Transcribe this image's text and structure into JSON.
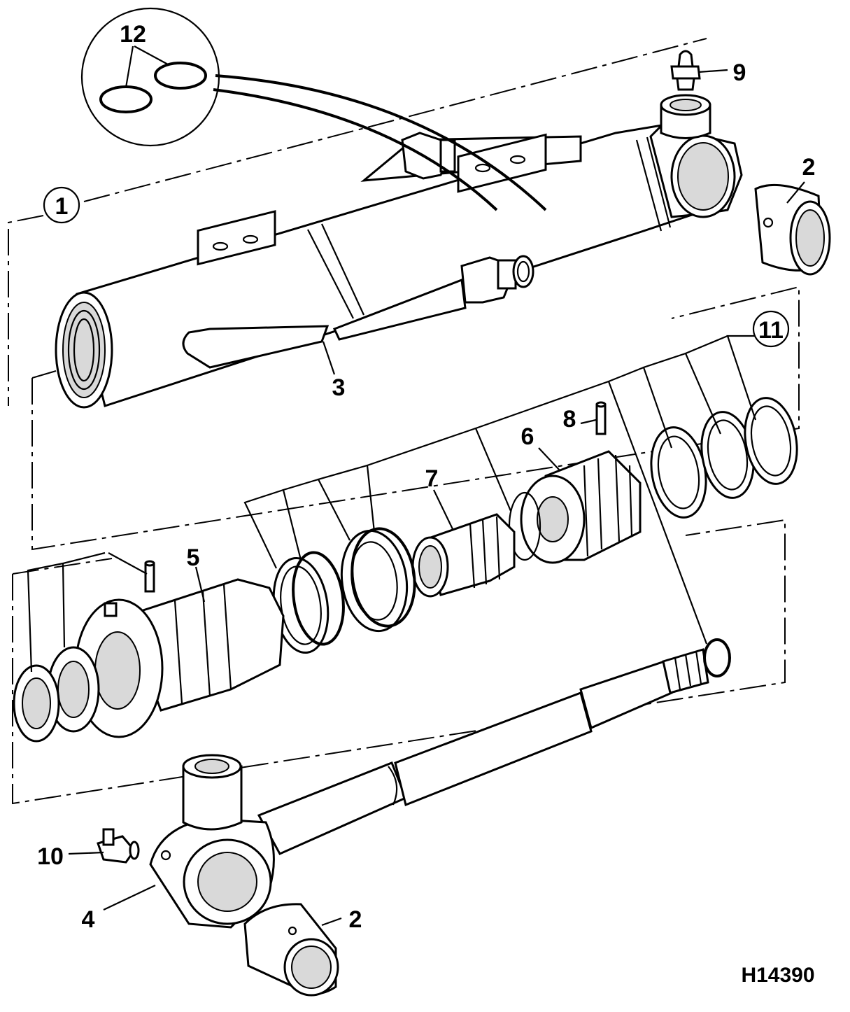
{
  "diagram": {
    "code": "H14390",
    "callouts": [
      {
        "id": "c1",
        "text": "1"
      },
      {
        "id": "c2a",
        "text": "2"
      },
      {
        "id": "c2b",
        "text": "2"
      },
      {
        "id": "c3",
        "text": "3"
      },
      {
        "id": "c4",
        "text": "4"
      },
      {
        "id": "c5",
        "text": "5"
      },
      {
        "id": "c6",
        "text": "6"
      },
      {
        "id": "c7",
        "text": "7"
      },
      {
        "id": "c8",
        "text": "8"
      },
      {
        "id": "c9",
        "text": "9"
      },
      {
        "id": "c10",
        "text": "10"
      },
      {
        "id": "c11",
        "text": "11"
      },
      {
        "id": "c12",
        "text": "12"
      }
    ]
  }
}
